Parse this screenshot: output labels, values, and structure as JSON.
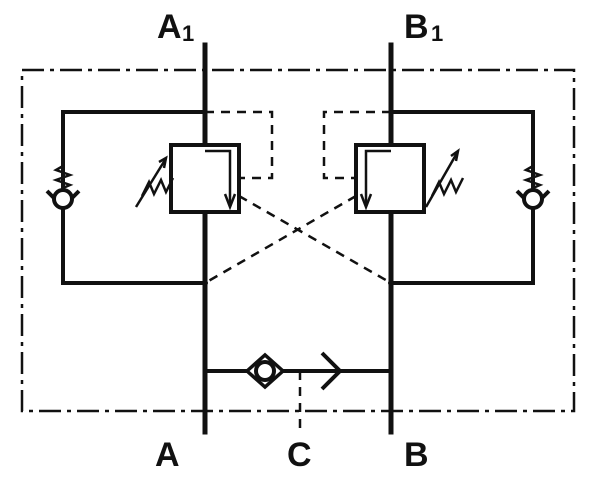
{
  "diagram": {
    "ports": {
      "a1": {
        "letter": "A",
        "index": "1"
      },
      "b1": {
        "letter": "B",
        "index": "1"
      },
      "a": "A",
      "b": "B",
      "c": "C"
    }
  }
}
